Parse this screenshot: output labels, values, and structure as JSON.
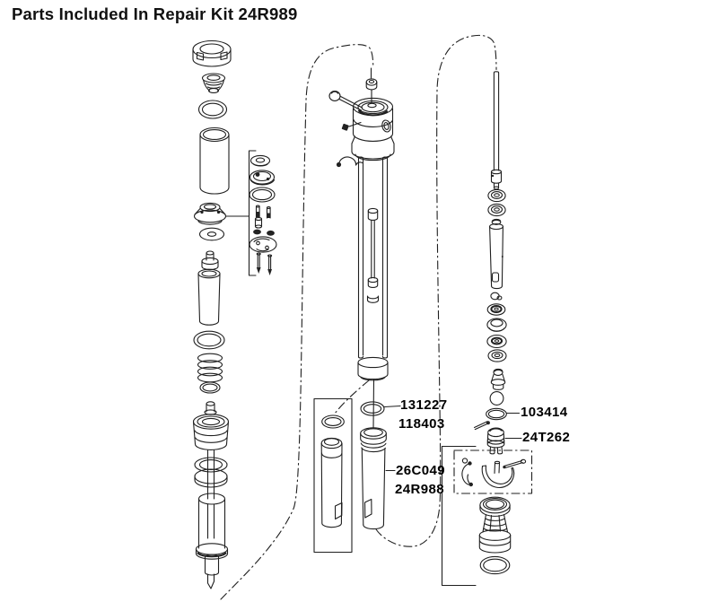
{
  "title": "Parts Included In Repair Kit 24R989",
  "colors": {
    "line_color": "#1f1f1f",
    "background": "#ffffff",
    "label_color": "#000000"
  },
  "callouts": {
    "throat_seal_orings": {
      "line1": "131227",
      "line2": "118403"
    },
    "cylinder_sleeve": {
      "line1": "26C049",
      "line2": "24R988"
    },
    "foot_valve_oring": {
      "label": "103414"
    },
    "intake_valve": {
      "label": "24T262"
    }
  }
}
